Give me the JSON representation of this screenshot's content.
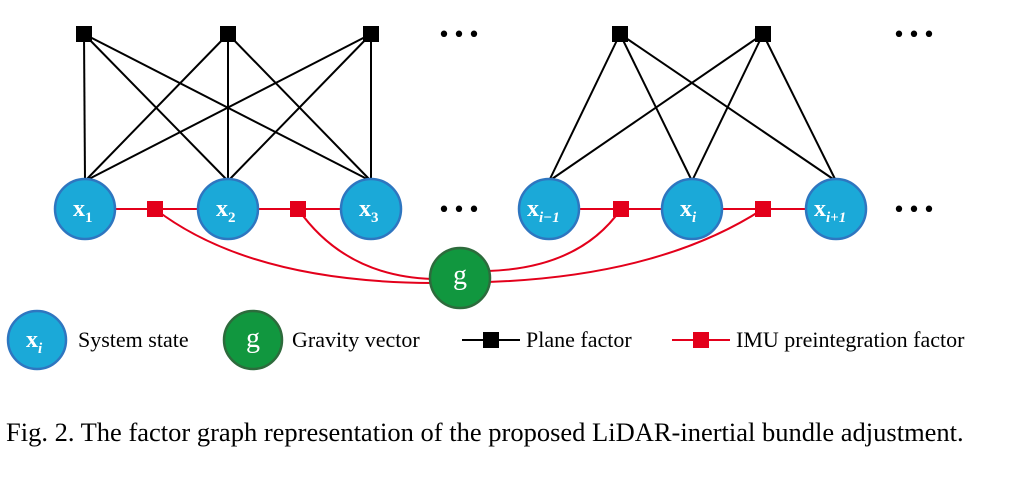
{
  "diagram": {
    "states": [
      {
        "id": "x1",
        "base": "x",
        "sub": "1"
      },
      {
        "id": "x2",
        "base": "x",
        "sub": "2"
      },
      {
        "id": "x3",
        "base": "x",
        "sub": "3"
      },
      {
        "id": "xim1",
        "base": "x",
        "sub": "i−1"
      },
      {
        "id": "xi",
        "base": "x",
        "sub": "i"
      },
      {
        "id": "xip1",
        "base": "x",
        "sub": "i+1"
      }
    ],
    "gravity": {
      "label": "g"
    },
    "ellipsis": "•••",
    "plane_factors": [
      {
        "id": "pf1",
        "connects": [
          "x1",
          "x2",
          "x3"
        ]
      },
      {
        "id": "pf2",
        "connects": [
          "x1",
          "x2",
          "x3"
        ]
      },
      {
        "id": "pf3",
        "connects": [
          "x1",
          "x2",
          "x3"
        ]
      },
      {
        "id": "pf4",
        "connects": [
          "xim1",
          "xi",
          "xip1"
        ]
      },
      {
        "id": "pf5",
        "connects": [
          "xim1",
          "xi",
          "xip1"
        ]
      }
    ],
    "imu_factors": [
      {
        "id": "imu1",
        "connects": [
          "x1",
          "x2"
        ]
      },
      {
        "id": "imu2",
        "connects": [
          "x2",
          "x3"
        ]
      },
      {
        "id": "imu3",
        "connects": [
          "xim1",
          "xi"
        ]
      },
      {
        "id": "imu4",
        "connects": [
          "xi",
          "xip1"
        ]
      }
    ],
    "colors": {
      "state_fill": "#1BA9D8",
      "state_stroke": "#2E76C0",
      "gravity_fill": "#11973F",
      "gravity_stroke": "#2D6B3C",
      "plane": "#000000",
      "imu": "#E3001B"
    }
  },
  "legend": {
    "state": {
      "base": "x",
      "sub": "i",
      "text": "System state"
    },
    "gravity": {
      "symbol": "g",
      "text": "Gravity vector"
    },
    "plane": {
      "text": "Plane factor"
    },
    "imu": {
      "text": "IMU preintegration factor"
    }
  },
  "caption": "Fig. 2.  The factor graph representation of the proposed LiDAR-inertial bundle adjustment."
}
